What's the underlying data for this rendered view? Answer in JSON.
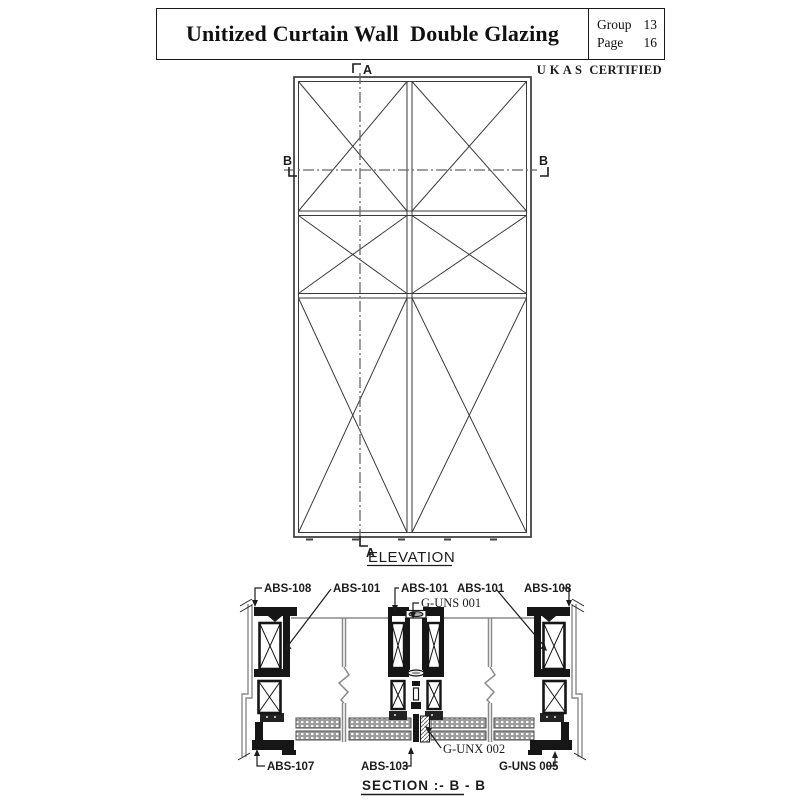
{
  "header": {
    "title": "Unitized Curtain Wall  Double Glazing",
    "group_label": "Group",
    "group_value": "13",
    "page_label": "Page",
    "page_value": "16",
    "certification": "U K A S  CERTIFIED"
  },
  "elevation": {
    "caption": "ELEVATION",
    "marker_a": "A",
    "marker_b": "B"
  },
  "section": {
    "caption": "SECTION :- B - B",
    "labels": {
      "abs108_left": "ABS-108",
      "abs101_left": "ABS-101",
      "abs101_center": "ABS-101",
      "g_uns_001": "G-UNS 001",
      "abs101_right": "ABS-101",
      "abs108_right": "ABS-108",
      "abs107": "ABS-107",
      "abs103": "ABS-103",
      "g_unx_002": "G-UNX 002",
      "g_uns_005": "G-UNS 005"
    }
  },
  "colors": {
    "line": "#3a3a3a",
    "profile": "#161616",
    "context_gray": "#8a8a8a",
    "text": "#1c1c1c"
  }
}
